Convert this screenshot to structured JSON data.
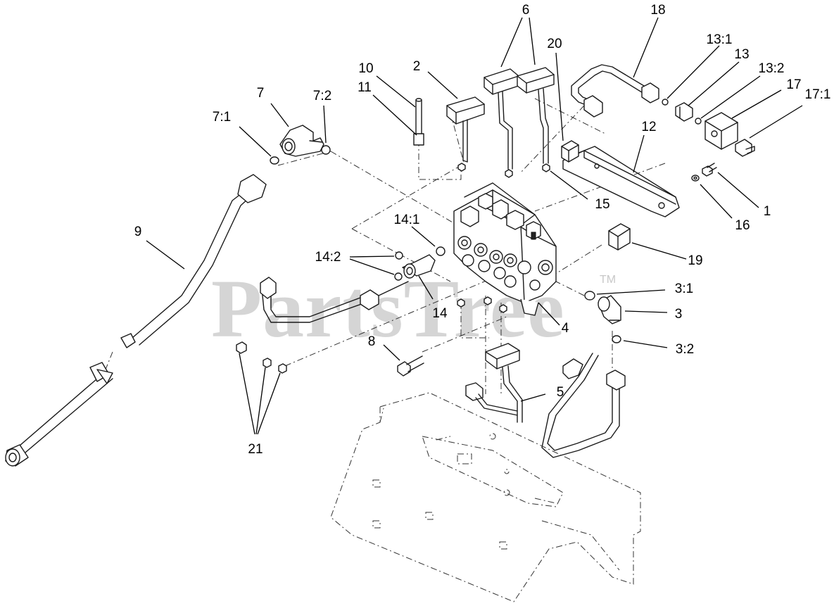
{
  "watermark": {
    "text": "PartsTree",
    "mark": "TM"
  },
  "callouts": {
    "c1": "1",
    "c2": "2",
    "c3": "3",
    "c3_1": "3:1",
    "c3_2": "3:2",
    "c4": "4",
    "c5": "5",
    "c6": "6",
    "c7": "7",
    "c7_1": "7:1",
    "c7_2": "7:2",
    "c8": "8",
    "c9": "9",
    "c10": "10",
    "c11": "11",
    "c12": "12",
    "c13": "13",
    "c13_1": "13:1",
    "c13_2": "13:2",
    "c14": "14",
    "c14_1": "14:1",
    "c14_2": "14:2",
    "c15": "15",
    "c16": "16",
    "c17": "17",
    "c17_1": "17:1",
    "c18": "18",
    "c19": "19",
    "c20": "20",
    "c21": "21"
  }
}
